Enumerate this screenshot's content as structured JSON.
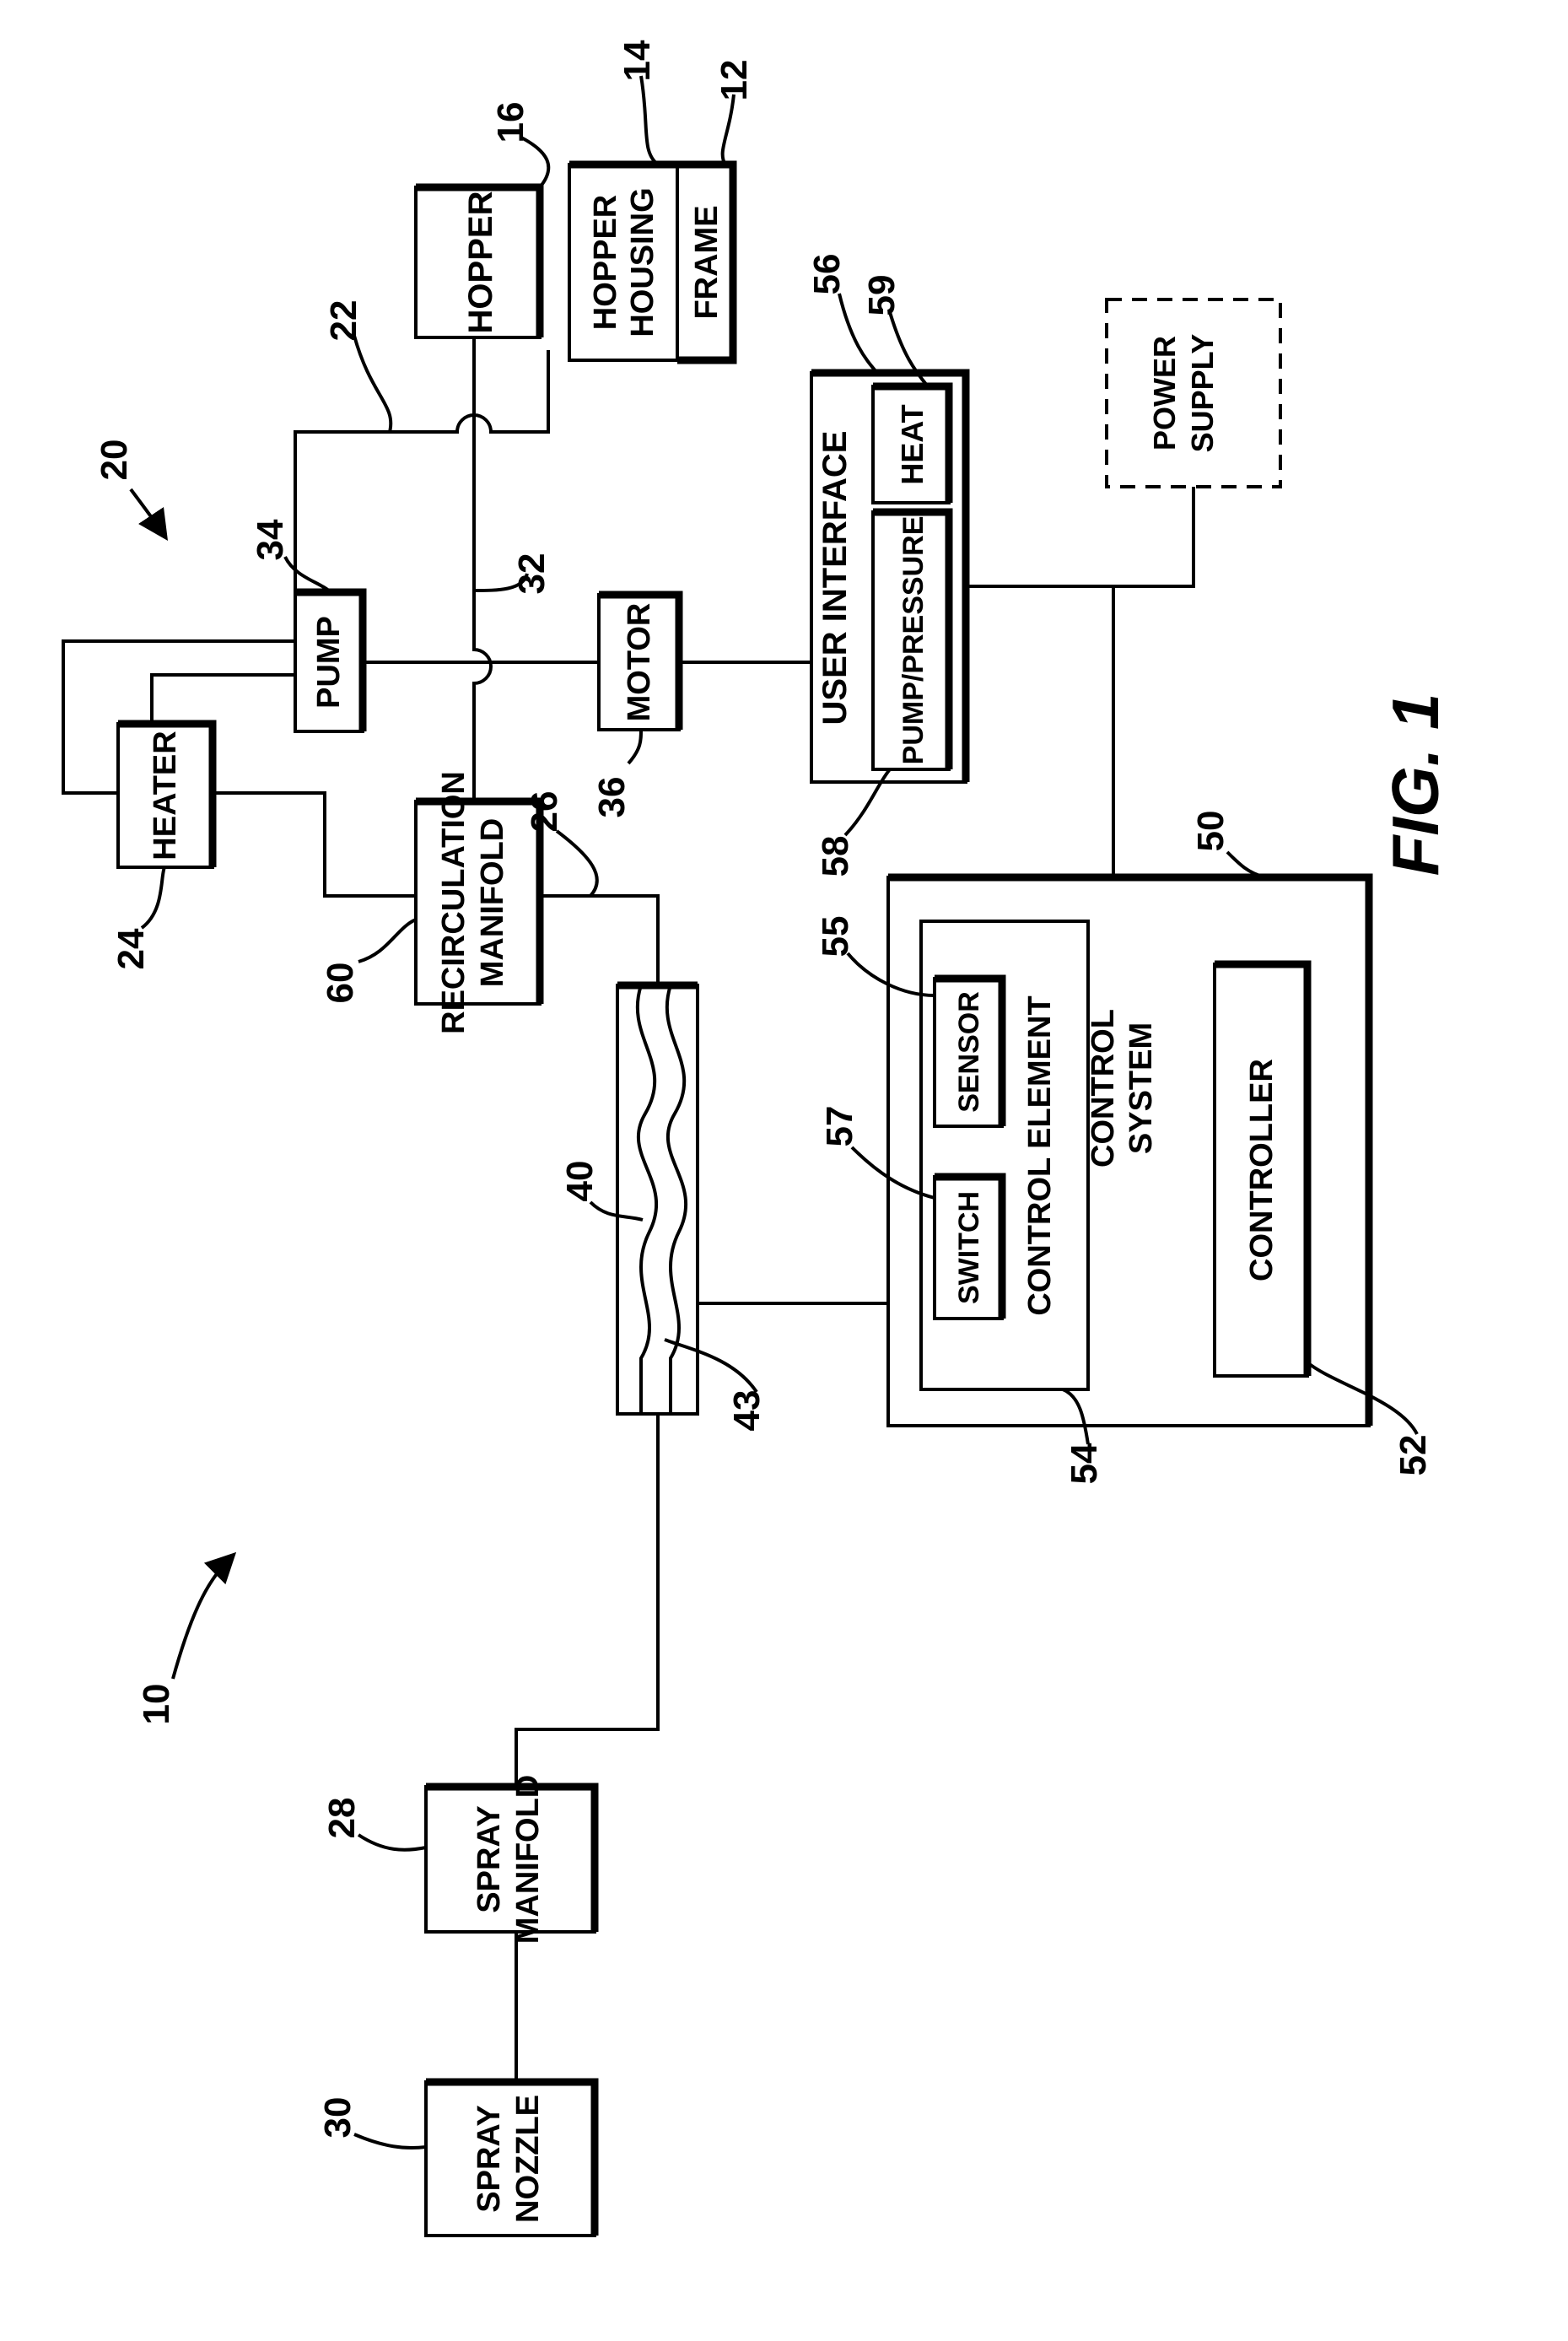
{
  "figure_label": "FIG. 1",
  "blocks": {
    "hopper": "HOPPER",
    "hopper_housing": [
      "HOPPER",
      "HOUSING"
    ],
    "frame": "FRAME",
    "pump": "PUMP",
    "heater": "HEATER",
    "motor": "MOTOR",
    "recirculation_manifold": [
      "RECIRCULATION",
      "MANIFOLD"
    ],
    "user_interface": "USER INTERFACE",
    "pump_pressure": "PUMP/PRESSURE",
    "heat": "HEAT",
    "power_supply": [
      "POWER",
      "SUPPLY"
    ],
    "sensor": "SENSOR",
    "switch": "SWITCH",
    "control_element": "CONTROL ELEMENT",
    "control_system": [
      "CONTROL",
      "SYSTEM"
    ],
    "controller": "CONTROLLER",
    "spray_manifold": [
      "SPRAY",
      "MANIFOLD"
    ],
    "spray_nozzle": [
      "SPRAY",
      "NOZZLE"
    ]
  },
  "reference_numerals": {
    "system": "10",
    "frame": "12",
    "hopper_housing": "14",
    "hopper": "16",
    "assembly": "20",
    "line_22": "22",
    "heater": "24",
    "line_26": "26",
    "spray_manifold": "28",
    "spray_nozzle": "30",
    "line_32": "32",
    "pump": "34",
    "motor": "36",
    "hose": "40",
    "hose_element": "43",
    "control_system": "50",
    "controller": "52",
    "control_element": "54",
    "sensor": "55",
    "user_interface": "56",
    "switch": "57",
    "pump_pressure": "58",
    "heat": "59",
    "recirculation_manifold": "60"
  }
}
